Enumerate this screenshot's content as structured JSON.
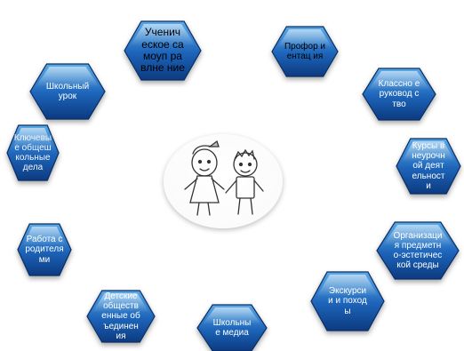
{
  "colors": {
    "hex_top": "#4f9fe0",
    "hex_bottom": "#0d3f86",
    "hex_edge": "#0a2f66"
  },
  "center": {
    "image": "cartoon-boy-and-girl"
  },
  "nodes": [
    {
      "id": "self-government",
      "text": "Ученич еское самоуп равлне ние",
      "style": "dark"
    },
    {
      "id": "career-guidance",
      "text": "Профор иентац ия",
      "style": "dark"
    },
    {
      "id": "class-leadership",
      "text": "Классно е руковод ство",
      "style": "mixed"
    },
    {
      "id": "school-lesson",
      "text": "Школьный урок",
      "style": "light"
    },
    {
      "id": "general-activities",
      "text": "Ключевые общешкольные дела",
      "style": "ghost"
    },
    {
      "id": "extracurricular",
      "text": "Курсы внеурочной деятельности",
      "style": "light"
    },
    {
      "id": "work-with-parents",
      "text": "Работа с родителями",
      "style": "light"
    },
    {
      "id": "environment",
      "text": "Организация предметно-эстетической среды",
      "style": "light"
    },
    {
      "id": "children-associations",
      "text": "Детские общественные объединения",
      "style": "light"
    },
    {
      "id": "school-media",
      "text": "Школьные медиа",
      "style": "light"
    },
    {
      "id": "excursions",
      "text": "Экскурсии и походы",
      "style": "light"
    }
  ]
}
